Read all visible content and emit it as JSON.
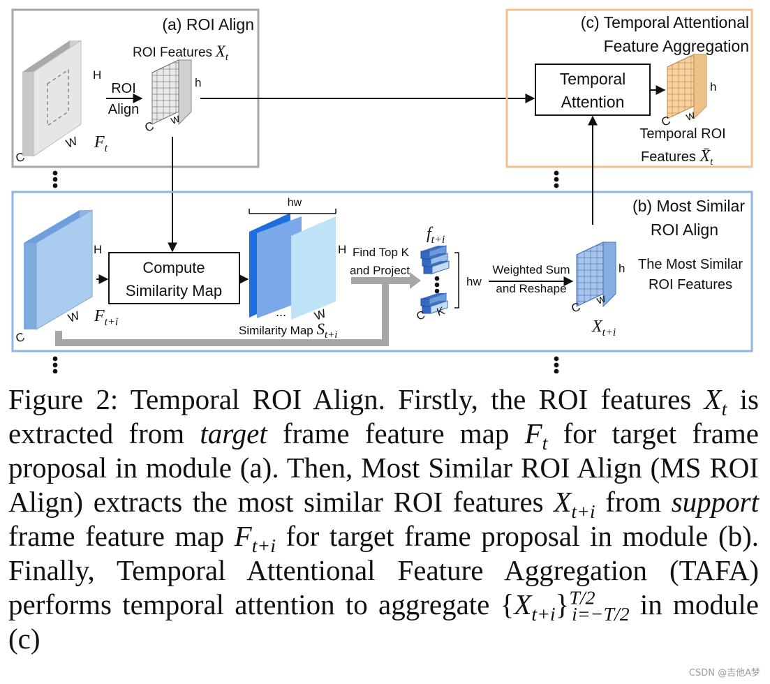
{
  "panel_a": {
    "title": "(a) ROI Align",
    "roi_features_label": "ROI Features",
    "roi_features_symbol": "X",
    "roi_features_sub": "t",
    "feature_map_symbol": "F",
    "feature_map_sub": "t",
    "arrow_label_line1": "ROI",
    "arrow_label_line2": "Align",
    "dim_H": "H",
    "dim_W": "W",
    "dim_C": "C",
    "dim_h": "h",
    "dim_w": "w",
    "dim_c": "C"
  },
  "panel_b": {
    "title_line1": "(b) Most Similar",
    "title_line2": "ROI Align",
    "feature_map_symbol": "F",
    "feature_map_sub": "t+i",
    "dim_H": "H",
    "dim_W": "W",
    "dim_C": "C",
    "compute_box_line1": "Compute",
    "compute_box_line2": "Similarity Map",
    "hw_top": "hw",
    "sim_H": "H",
    "sim_W": "W",
    "sim_dots": "...",
    "sim_label": "Similarity Map",
    "sim_symbol": "S",
    "sim_sub": "t+i",
    "find_line1": "Find Top K",
    "find_line2": "and Project",
    "f_symbol": "f",
    "f_sub": "t+i",
    "stack_c": "C",
    "stack_k": "K",
    "hw_side": "hw",
    "weighted_line1": "Weighted Sum",
    "weighted_line2": "and Reshape",
    "ms_label_line1": "The Most Similar",
    "ms_label_line2": "ROI Features",
    "ms_symbol": "X",
    "ms_sub": "t+i",
    "dim_h": "h",
    "dim_w": "w",
    "dim_c": "C"
  },
  "panel_c": {
    "title_line1": "(c) Temporal Attentional",
    "title_line2": "Feature Aggregation",
    "attention_line1": "Temporal",
    "attention_line2": "Attention",
    "output_label": "Temporal ROI",
    "output_label2": "Features",
    "output_symbol": "X̄",
    "output_sub": "t",
    "dim_h": "h",
    "dim_w": "w",
    "dim_c": "C"
  },
  "colors": {
    "panel_a_border": "#a6a6a6",
    "panel_b_border": "#8fb4e3",
    "panel_c_border": "#f0c090",
    "feature_gray": "#cfcfcf",
    "feature_blue": "#9dc3e6",
    "sim_dark": "#2e75d6",
    "sim_mid": "#7aa8e8",
    "sim_light": "#bfe0f6",
    "output_orange": "#f3cf9c",
    "shortcut_gray": "#a0a0a0"
  },
  "caption": {
    "p1": "Figure 2: Temporal ROI Align. Firstly, the ROI features ",
    "sym_X": "X",
    "sub_t": "t",
    "p2": " is extracted from ",
    "word_target": "target",
    "p3": " frame feature map ",
    "sym_F": "F",
    "p4": " for target frame proposal in module (a). Then, Most Similar ROI Align (MS ROI Align) extracts the most similar ROI features ",
    "sub_ti": "t+i",
    "p5": " from ",
    "word_support": "support",
    "p6": " frame feature map ",
    "p7": " for target frame proposal in module (b). Finally, Temporal Attentional Feature Aggregation (TAFA) performs temporal attention to aggregate {",
    "p8": "}",
    "sup_range": "T/2",
    "sub_range": "i=−T/2",
    "p9": " in module (c)"
  },
  "watermark": "CSDN @吉他A梦"
}
